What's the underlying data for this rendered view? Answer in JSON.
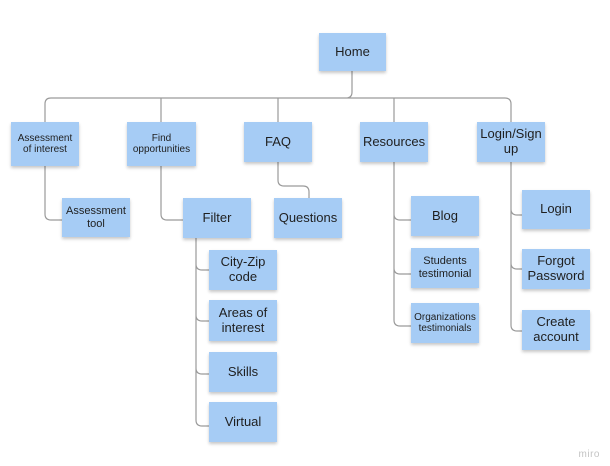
{
  "diagram": {
    "home": "Home",
    "categories": {
      "assessment": "Assessment\nof interest",
      "find": "Find\nopportunities",
      "faq": "FAQ",
      "resources": "Resources",
      "login_signup": "Login/Sign\nup"
    },
    "children": {
      "assessment_tool": "Assessment\ntool",
      "filter": "Filter",
      "questions": "Questions",
      "blog": "Blog",
      "students_testimonial": "Students\ntestimonial",
      "organizations_testimonials": "Organizations\ntestimonials",
      "login": "Login",
      "forgot_password": "Forgot\nPassword",
      "create_account": "Create\naccount"
    },
    "filter_options": {
      "city_zip": "City-Zip\ncode",
      "areas": "Areas of\ninterest",
      "skills": "Skills",
      "virtual": "Virtual"
    },
    "colors": {
      "sticky_note": "#a6ccf5",
      "connector": "#9a9a9a"
    }
  },
  "brand": "miro"
}
